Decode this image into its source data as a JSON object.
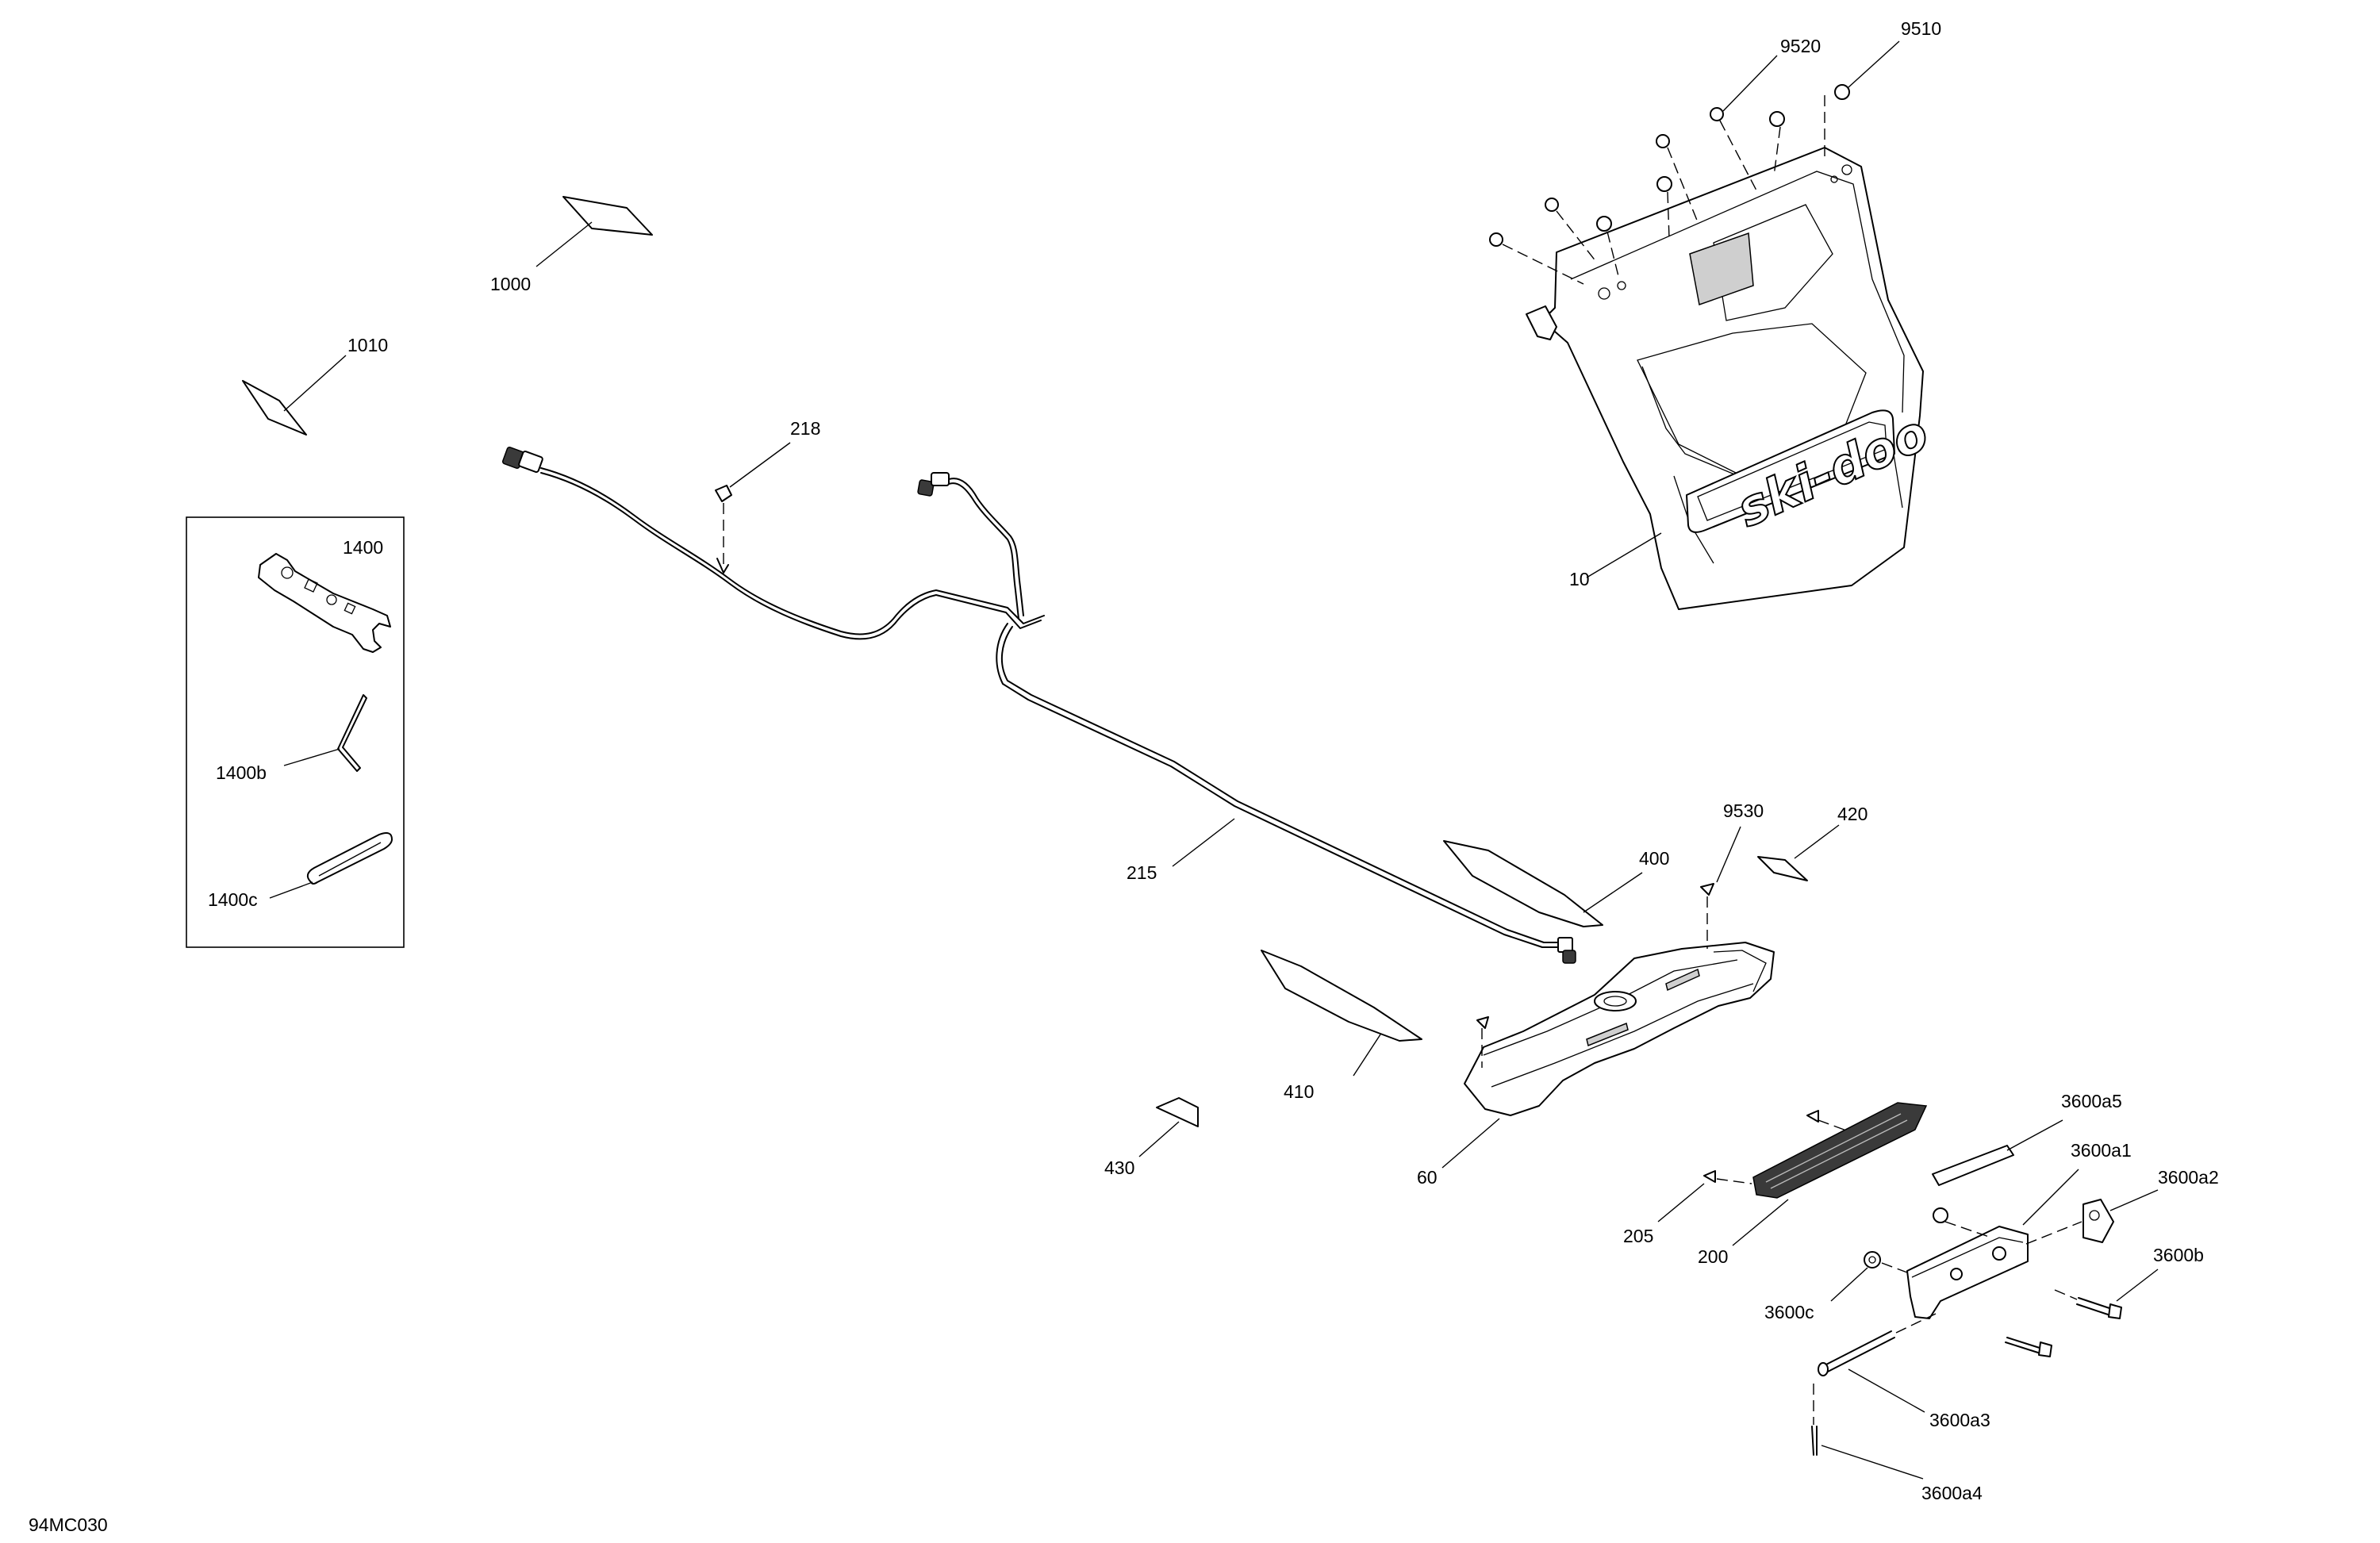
{
  "diagram_id": "94MC030",
  "callouts": {
    "c10": "10",
    "c60": "60",
    "c200": "200",
    "c205": "205",
    "c215": "215",
    "c218": "218",
    "c400": "400",
    "c410": "410",
    "c420": "420",
    "c430": "430",
    "c1000": "1000",
    "c1010": "1010",
    "c1400": "1400",
    "c1400b": "1400b",
    "c1400c": "1400c",
    "c3600a1": "3600a1",
    "c3600a2": "3600a2",
    "c3600a3": "3600a3",
    "c3600a4": "3600a4",
    "c3600a5": "3600a5",
    "c3600b": "3600b",
    "c3600c": "3600c",
    "c9510": "9510",
    "c9520": "9520",
    "c9530": "9530"
  },
  "logo_text": "ski-doo"
}
